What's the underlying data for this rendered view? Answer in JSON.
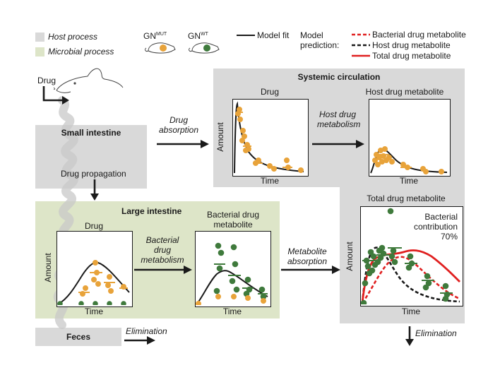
{
  "legend": {
    "host_process": "Host process",
    "microbial_process": "Microbial process",
    "gn_mut_base": "GN",
    "gn_mut_sup": "MUT",
    "gn_wt_base": "GN",
    "gn_wt_sup": "WT",
    "model_fit": "Model fit",
    "model_prediction": "Model prediction:",
    "bacterial_metabolite": "Bacterial drug metabolite",
    "host_metabolite": "Host drug metabolite",
    "total_metabolite": "Total drug metabolite"
  },
  "colors": {
    "host_gray": "#d9d9d9",
    "microbial_green": "#dde5c8",
    "mut_orange": "#e8a33a",
    "wt_green": "#3f7a3c",
    "red": "#e02020"
  },
  "labels": {
    "drug": "Drug",
    "small_intestine": "Small intestine",
    "drug_propagation": "Drug propagation",
    "drug_absorption": "Drug absorption",
    "systemic_circulation": "Systemic circulation",
    "host_drug_metabolism": "Host drug metabolism",
    "large_intestine": "Large intestine",
    "bacterial_drug_metabolism": "Bacterial drug metabolism",
    "metabolite_absorption": "Metabolite absorption",
    "feces": "Feces",
    "elimination_left": "Elimination",
    "elimination_right": "Elimination"
  },
  "panels": {
    "sys_drug": {
      "title": "Drug",
      "ylabel": "Amount",
      "xlabel": "Time"
    },
    "sys_host": {
      "title": "Host drug metabolite",
      "xlabel": "Time"
    },
    "li_drug": {
      "title": "Drug",
      "ylabel": "Amount",
      "xlabel": "Time"
    },
    "li_bact": {
      "title": "Bacterial drug metabolite",
      "xlabel": "Time"
    },
    "total": {
      "title": "Total drug metabolite",
      "ylabel": "Amount",
      "xlabel": "Time",
      "note_line1": "Bacterial",
      "note_line2": "contribution",
      "note_line3": "70%"
    }
  }
}
